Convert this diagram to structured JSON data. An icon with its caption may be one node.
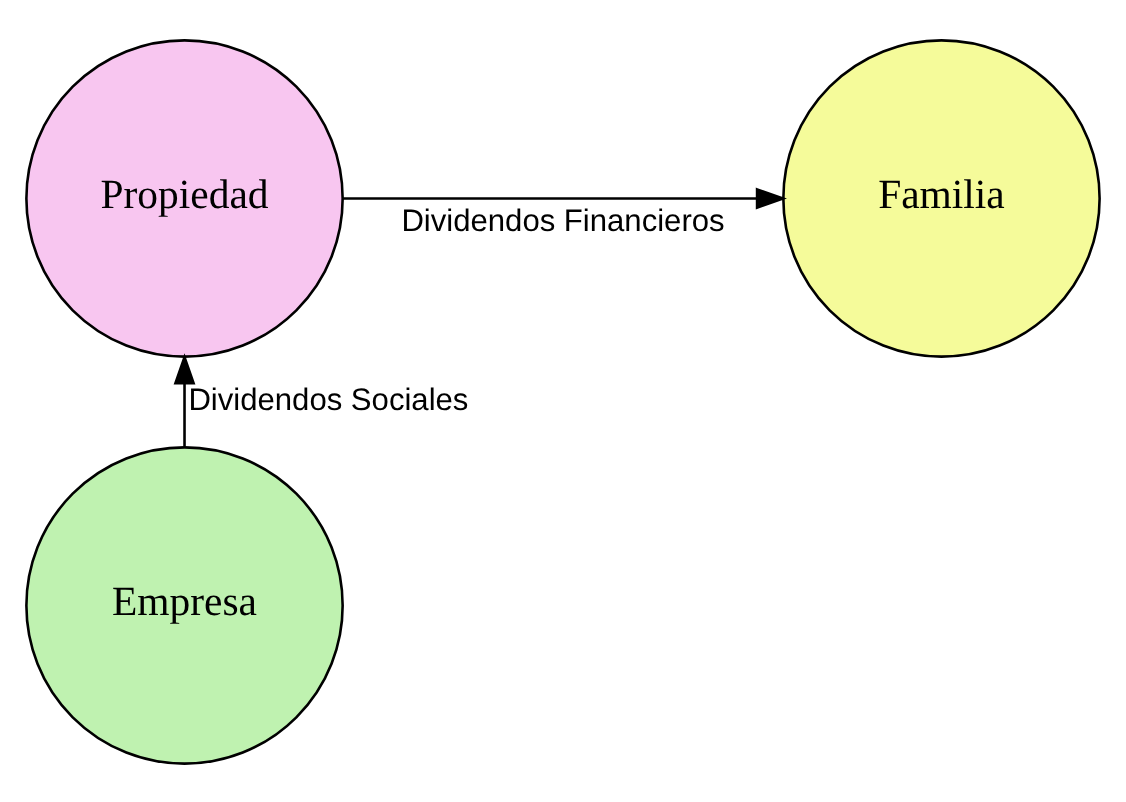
{
  "diagram": {
    "nodes": [
      {
        "text": [
          "Familia"
        ]
      },
      {
        "text": [
          "Propiedad"
        ]
      },
      {
        "text": [
          "Empresa"
        ]
      }
    ],
    "edges": [
      {
        "from": 1,
        "to": 0,
        "arrow": "to",
        "label": "Dividendos Financieros"
      },
      {
        "from": 2,
        "to": 1,
        "arrow": "to",
        "label": "Dividendos Sociales"
      }
    ]
  }
}
